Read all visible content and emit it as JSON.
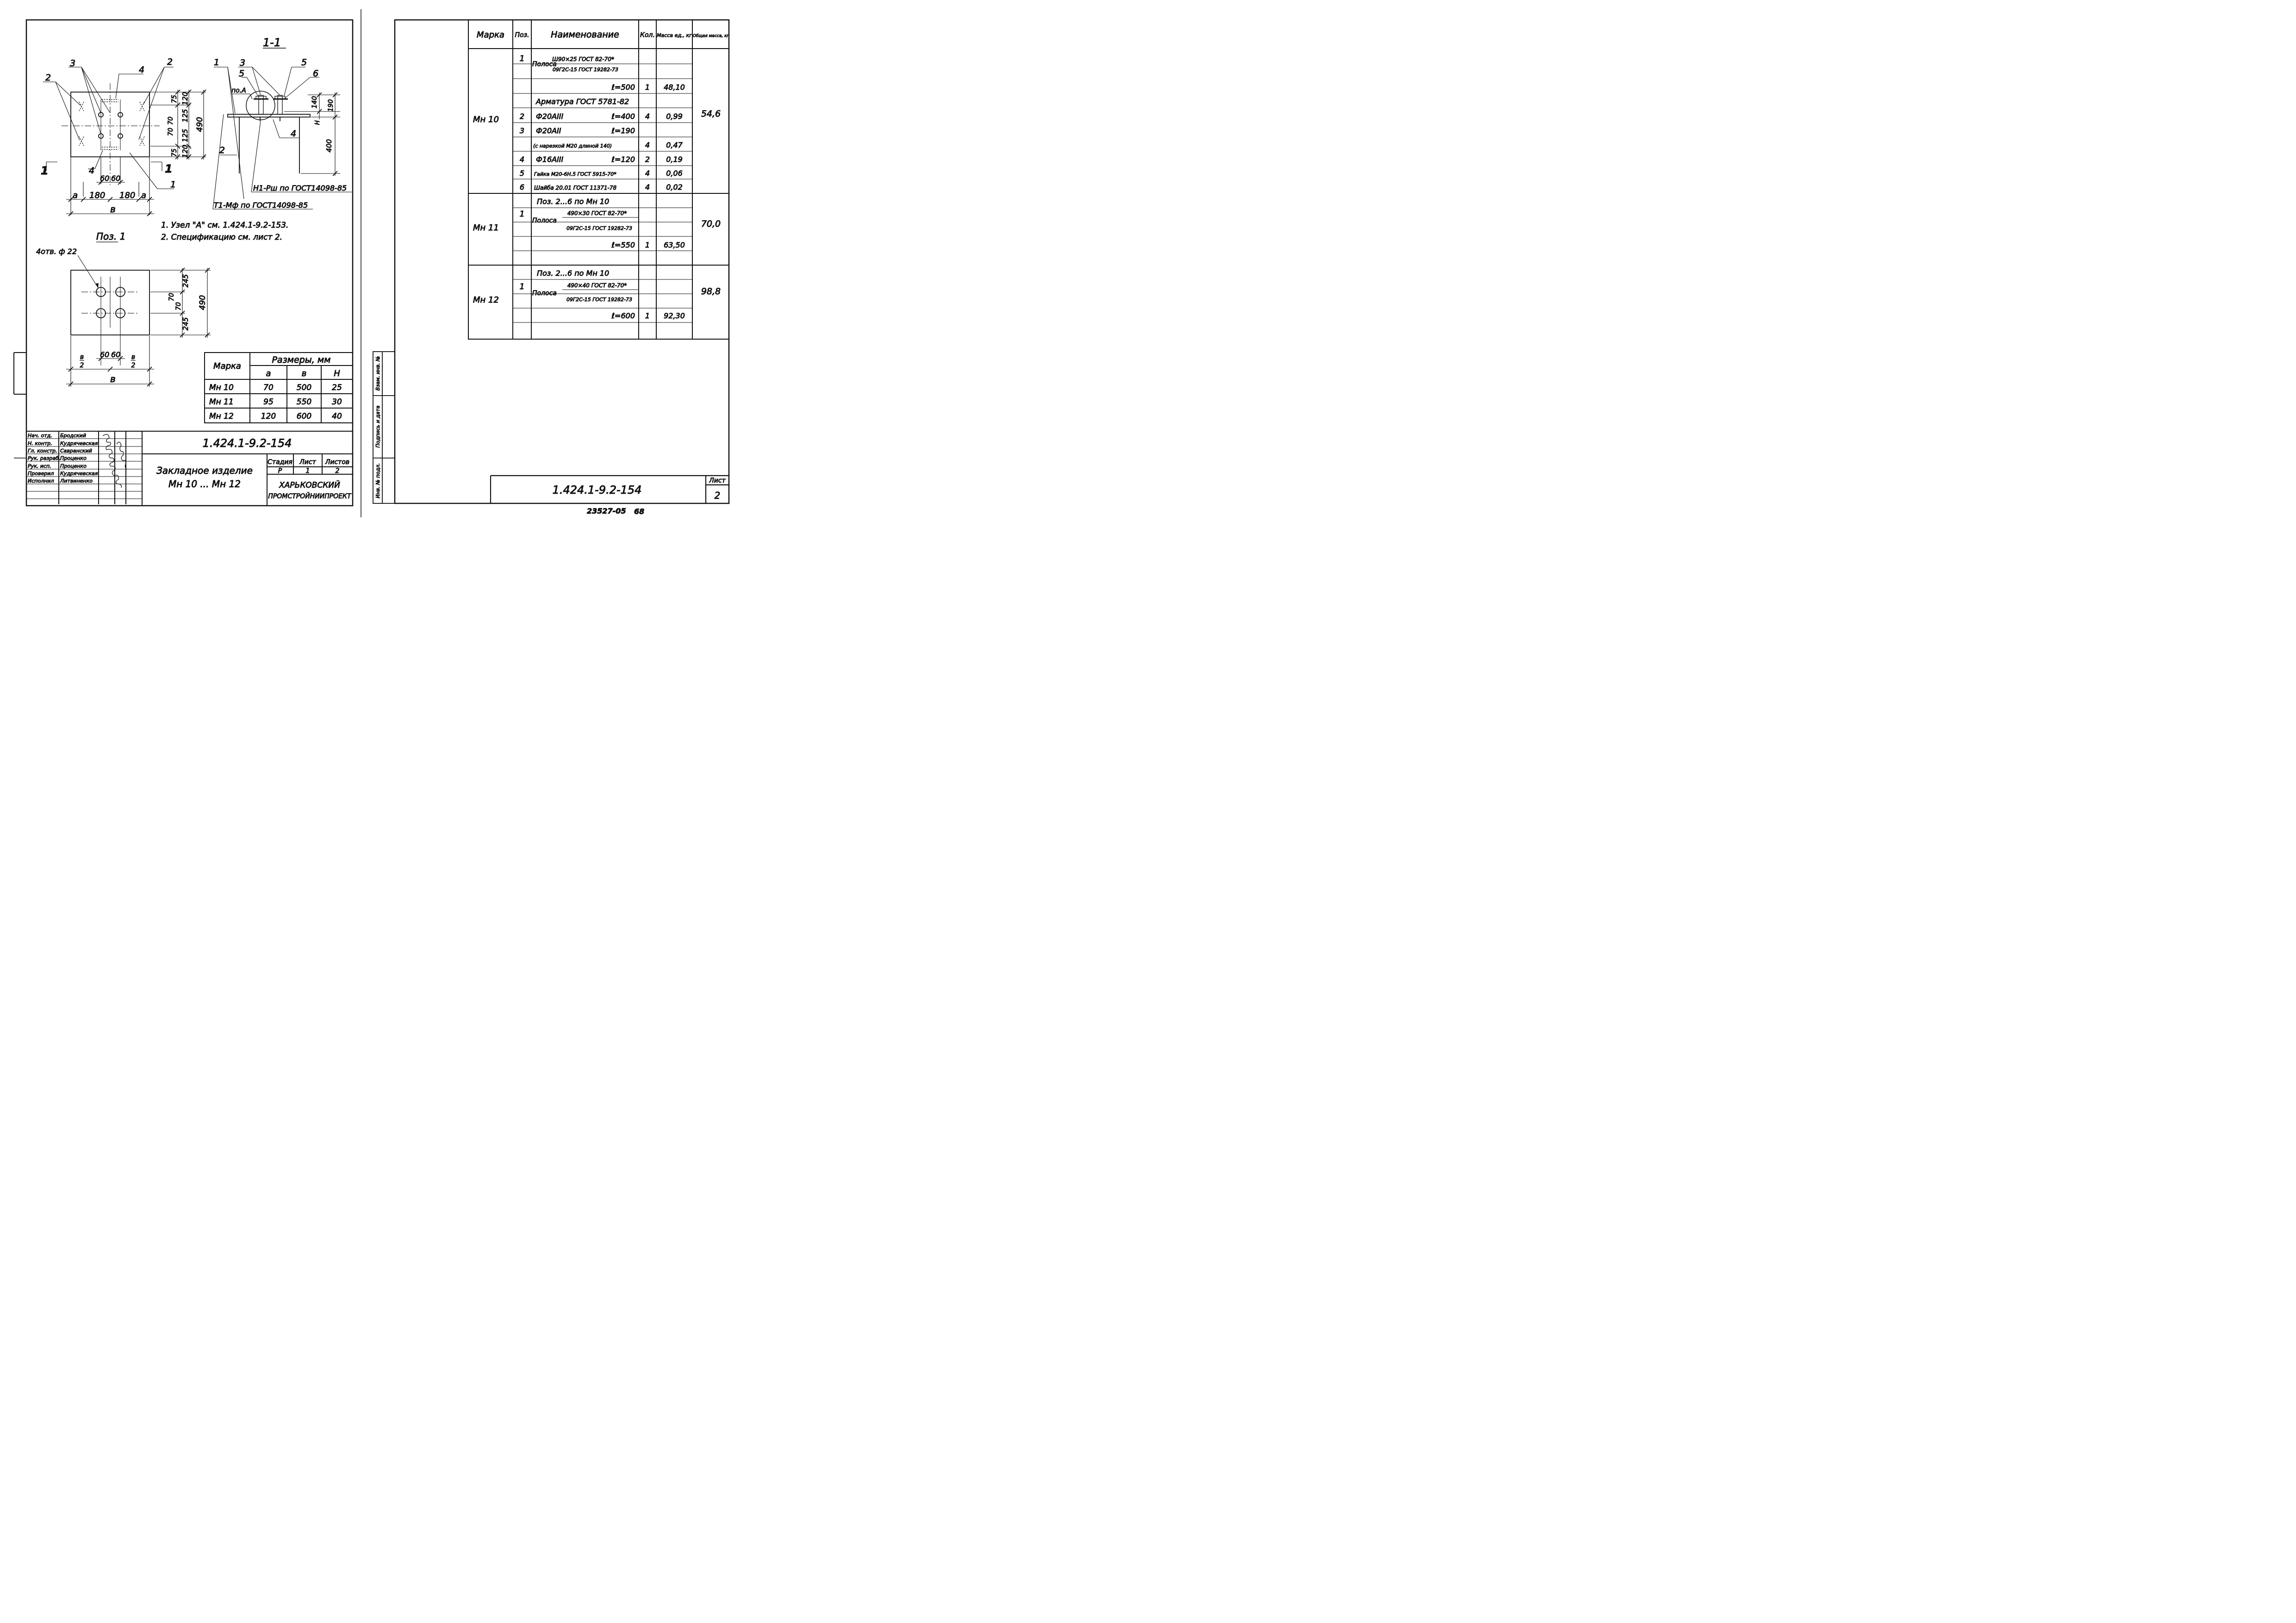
{
  "left_sheet": {
    "section_title": "1-1",
    "plan_labels": {
      "callouts": [
        "3",
        "2",
        "4",
        "2",
        "4",
        "1"
      ],
      "section_marks": [
        "1",
        "1"
      ]
    },
    "plan_dims": {
      "bottom": [
        "а",
        "180",
        "180",
        "а"
      ],
      "bottom_inner": [
        "60",
        "60"
      ],
      "total": "в",
      "right_inner": [
        "75",
        "70",
        "70",
        "75"
      ],
      "right_outer": [
        "120",
        "125",
        "125",
        "120"
      ],
      "right_total": "490"
    },
    "section_labels": {
      "callouts": [
        "1",
        "3",
        "5",
        "5",
        "6",
        "2",
        "4"
      ],
      "node": "по.А",
      "dims": [
        "140",
        "190",
        "Н",
        "400"
      ],
      "weld1": "Н1-Рш по ГОСТ14098-85",
      "weld2": "Т1-Мф по ГОСТ14098-85"
    },
    "notes": [
      "1. Узел \"А\" см. 1.424.1-9.2-153.",
      "2. Спецификацию см. лист 2."
    ],
    "pos1": {
      "title": "Поз. 1",
      "holes": "4отв. ф 22",
      "dims_right": [
        "245",
        "70",
        "70",
        "245"
      ],
      "dim_total": "490",
      "dims_bottom": [
        "60",
        "60"
      ],
      "half_b": [
        "в",
        "2",
        "в",
        "2"
      ],
      "total": "в"
    },
    "dim_table": {
      "header_marka": "Марка",
      "header_group": "Размеры, мм",
      "sub_headers": [
        "а",
        "в",
        "Н"
      ],
      "rows": [
        {
          "marka": "Мн 10",
          "a": "70",
          "b": "500",
          "h": "25"
        },
        {
          "marka": "Мн 11",
          "a": "95",
          "b": "550",
          "h": "30"
        },
        {
          "marka": "Мн 12",
          "a": "120",
          "b": "600",
          "h": "40"
        }
      ]
    },
    "title_block": {
      "code": "1.424.1-9.2-154",
      "title_line1": "Закладное изделие",
      "title_line2": "Мн 10 ... Мн 12",
      "stage_headers": [
        "Стадия",
        "Лист",
        "Листов"
      ],
      "stage_values": [
        "Р",
        "1",
        "2"
      ],
      "org_line1": "ХАРЬКОВСКИЙ",
      "org_line2": "ПРОМСТРОЙНИИПРОЕКТ",
      "signatures": [
        {
          "role": "Нач. отд.",
          "name": "Бродский"
        },
        {
          "role": "Н. контр.",
          "name": "Кудрячевская"
        },
        {
          "role": "Гл. констр.",
          "name": "Савранский"
        },
        {
          "role": "Рук. разраб.",
          "name": "Проценко"
        },
        {
          "role": "Рук. исп.",
          "name": "Проценко"
        },
        {
          "role": "Проверил",
          "name": "Кудрячевская"
        },
        {
          "role": "Исполнил",
          "name": "Литвиненко"
        }
      ]
    }
  },
  "right_sheet": {
    "spec_headers": [
      "Марка",
      "Поз.",
      "Наименование",
      "Кол.",
      "Масса ед., кг",
      "Общая масса, кг"
    ],
    "groups": [
      {
        "marka": "Мн 10",
        "total": "54,6",
        "rows": [
          {
            "pos": "1",
            "name": "Полоса",
            "frac_top": "Ш90×25 ГОСТ 82-70*",
            "frac_bot": "09Г2С-15 ГОСТ 19282-73",
            "qty": "",
            "mass": ""
          },
          {
            "pos": "",
            "name": "",
            "right": "ℓ=500",
            "qty": "1",
            "mass": "48,10"
          },
          {
            "pos": "",
            "name": "Арматура ГОСТ 5781-82",
            "qty": "",
            "mass": ""
          },
          {
            "pos": "2",
            "name": "Ф20АIII",
            "right": "ℓ=400",
            "qty": "4",
            "mass": "0,99"
          },
          {
            "pos": "3",
            "name": "Ф20АII",
            "right": "ℓ=190",
            "qty": "",
            "mass": ""
          },
          {
            "pos": "",
            "name": "(с нарезкой М20 длиной 140)",
            "qty": "4",
            "mass": "0,47"
          },
          {
            "pos": "4",
            "name": "Ф16АIII",
            "right": "ℓ=120",
            "qty": "2",
            "mass": "0,19"
          },
          {
            "pos": "5",
            "name": "Гайка М20-6Н.5 ГОСТ 5915-70*",
            "qty": "4",
            "mass": "0,06"
          },
          {
            "pos": "6",
            "name": "Шайба 20.01 ГОСТ 11371-78",
            "qty": "4",
            "mass": "0,02"
          }
        ]
      },
      {
        "marka": "Мн 11",
        "total": "70,0",
        "rows": [
          {
            "pos": "",
            "name": "Поз. 2...6 по Мн 10",
            "qty": "",
            "mass": ""
          },
          {
            "pos": "1",
            "name": "Полоса",
            "frac_top": "490×30 ГОСТ 82-70*",
            "frac_bot": "09Г2С-15 ГОСТ 19282-73",
            "qty": "",
            "mass": ""
          },
          {
            "pos": "",
            "name": "",
            "right": "ℓ=550",
            "qty": "1",
            "mass": "63,50"
          },
          {
            "pos": "",
            "name": "",
            "qty": "",
            "mass": ""
          }
        ]
      },
      {
        "marka": "Мн 12",
        "total": "98,8",
        "rows": [
          {
            "pos": "",
            "name": "Поз. 2...6 по Мн 10",
            "qty": "",
            "mass": ""
          },
          {
            "pos": "1",
            "name": "Полоса",
            "frac_top": "490×40 ГОСТ 82-70*",
            "frac_bot": "09Г2С-15 ГОСТ 19282-73",
            "qty": "",
            "mass": ""
          },
          {
            "pos": "",
            "name": "",
            "right": "ℓ=600",
            "qty": "1",
            "mass": "92,30"
          },
          {
            "pos": "",
            "name": "",
            "qty": "",
            "mass": ""
          }
        ]
      }
    ],
    "side_stamp": [
      "Инв. № подл.",
      "Подпись и дата",
      "Взам. инв. №"
    ],
    "code": "1.424.1-9.2-154",
    "sheet_label": "Лист",
    "sheet_num": "2",
    "footer": "23527-05",
    "footer_page": "68"
  }
}
